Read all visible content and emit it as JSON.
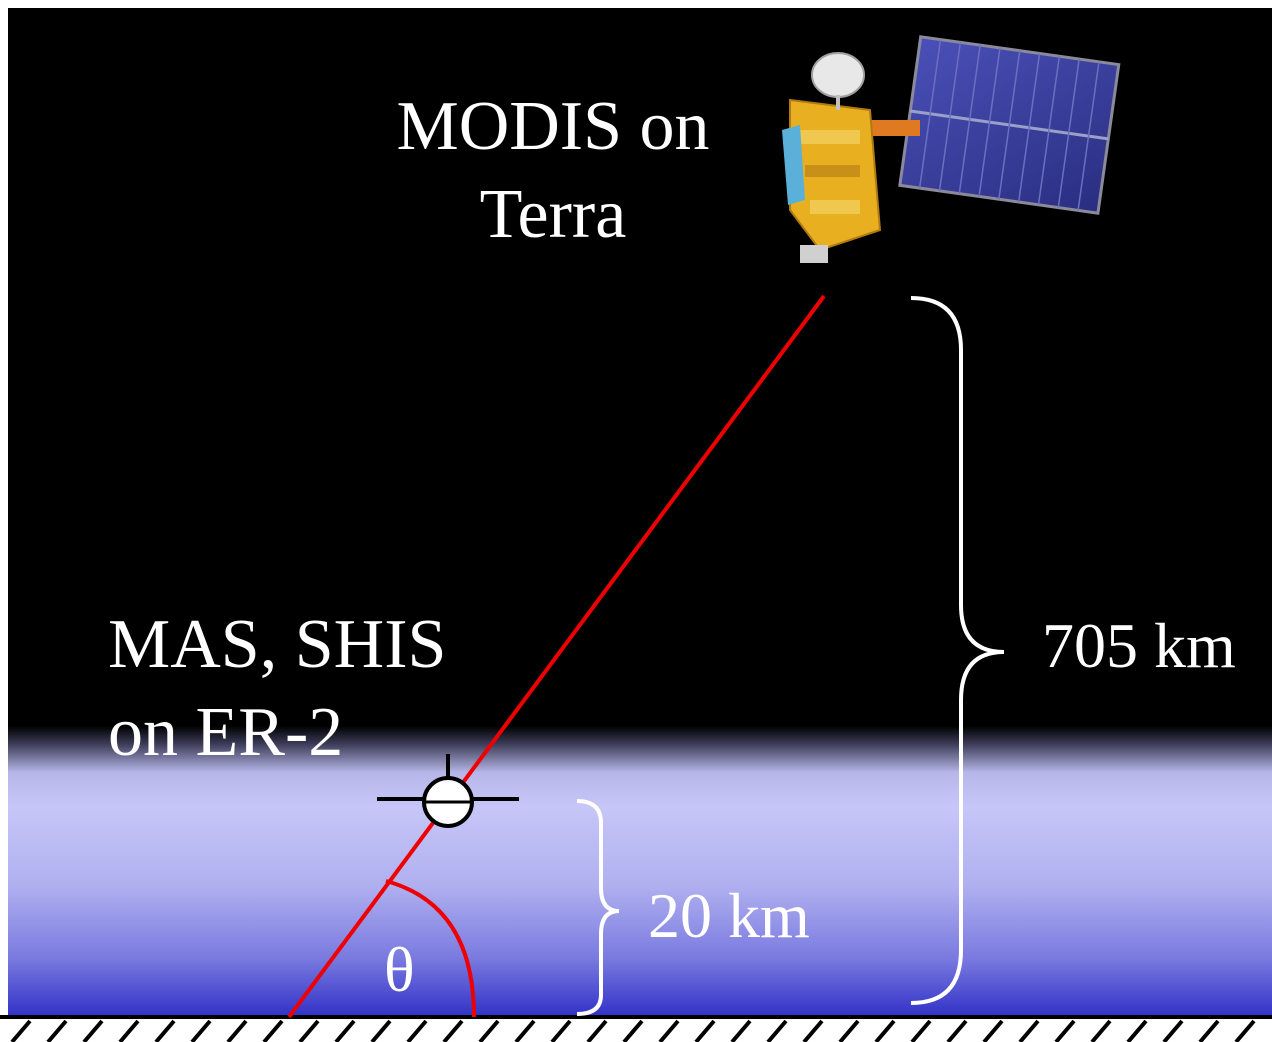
{
  "labels": {
    "satellite_line1": "MODIS on",
    "satellite_line2": "Terra",
    "aircraft_line1": "MAS, SHIS",
    "aircraft_line2": "on ER-2",
    "altitude_satellite": "705 km",
    "altitude_aircraft": "20 km",
    "angle_symbol": "θ"
  },
  "colors": {
    "space": "#000000",
    "atmosphere_mid": "#c6c6f8",
    "atmosphere_bottom": "#3636cc",
    "line_of_sight": "#ee0000",
    "brace": "#ffffff",
    "ground": "#000000",
    "solar_panel": "#3a3f9e",
    "satellite_body": "#e8b020"
  },
  "icons": {
    "satellite": "terra-satellite-icon",
    "aircraft": "er2-aircraft-icon"
  }
}
